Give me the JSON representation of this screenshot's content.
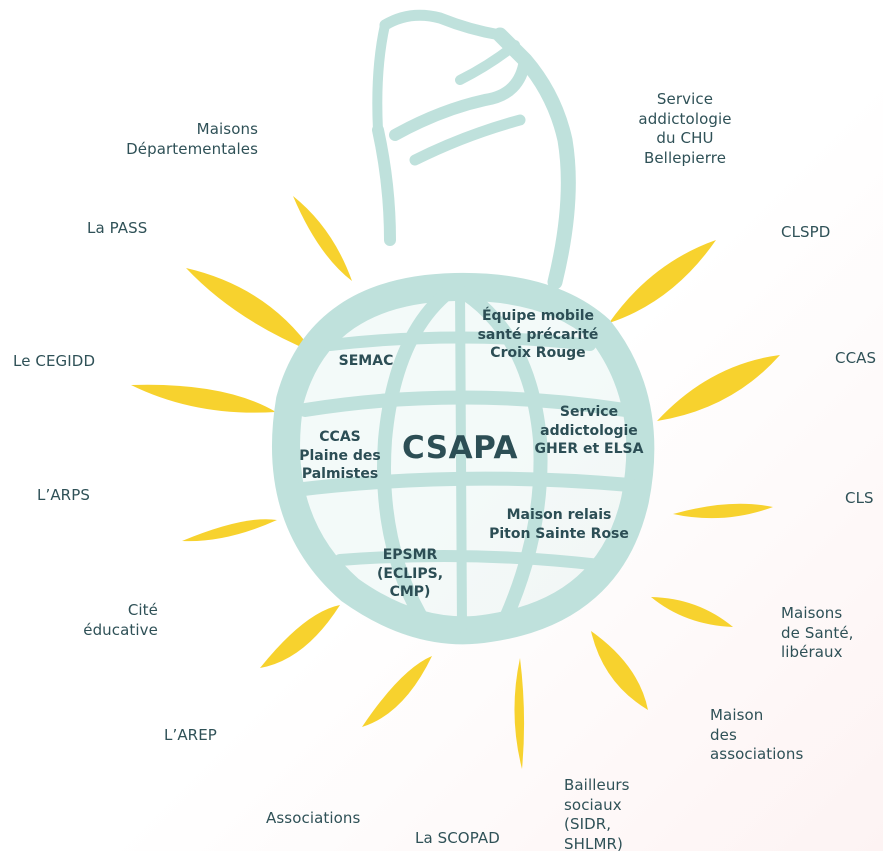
{
  "hub": "CSAPA",
  "inner_partners": [
    "Équipe mobile\nsanté précarité\nCroix Rouge",
    "SEMAC",
    "Service\naddictologie\nGHER et ELSA",
    "CCAS\nPlaine des\nPalmistes",
    "Maison relais\nPiton Sainte Rose",
    "EPSMR\n(ECLIPS,\nCMP)"
  ],
  "outer_partners": [
    "Service\naddictologie\ndu CHU\nBellepierre",
    "Maisons\nDépartementales",
    "CLSPD",
    "La PASS",
    "Le CEGIDD",
    "CCAS",
    "L’ARPS",
    "CLS",
    "Cité\néducative",
    "Maisons\nde Santé,\nlibéraux",
    "Maison\ndes\nassociations",
    "L’AREP",
    "Bailleurs\nsociaux\n(SIDR,\nSHLMR)",
    "Associations",
    "La SCOPAD"
  ],
  "colors": {
    "globe": "#bfe1dc",
    "ray": "#f7d22e",
    "text": "#2f5157"
  }
}
